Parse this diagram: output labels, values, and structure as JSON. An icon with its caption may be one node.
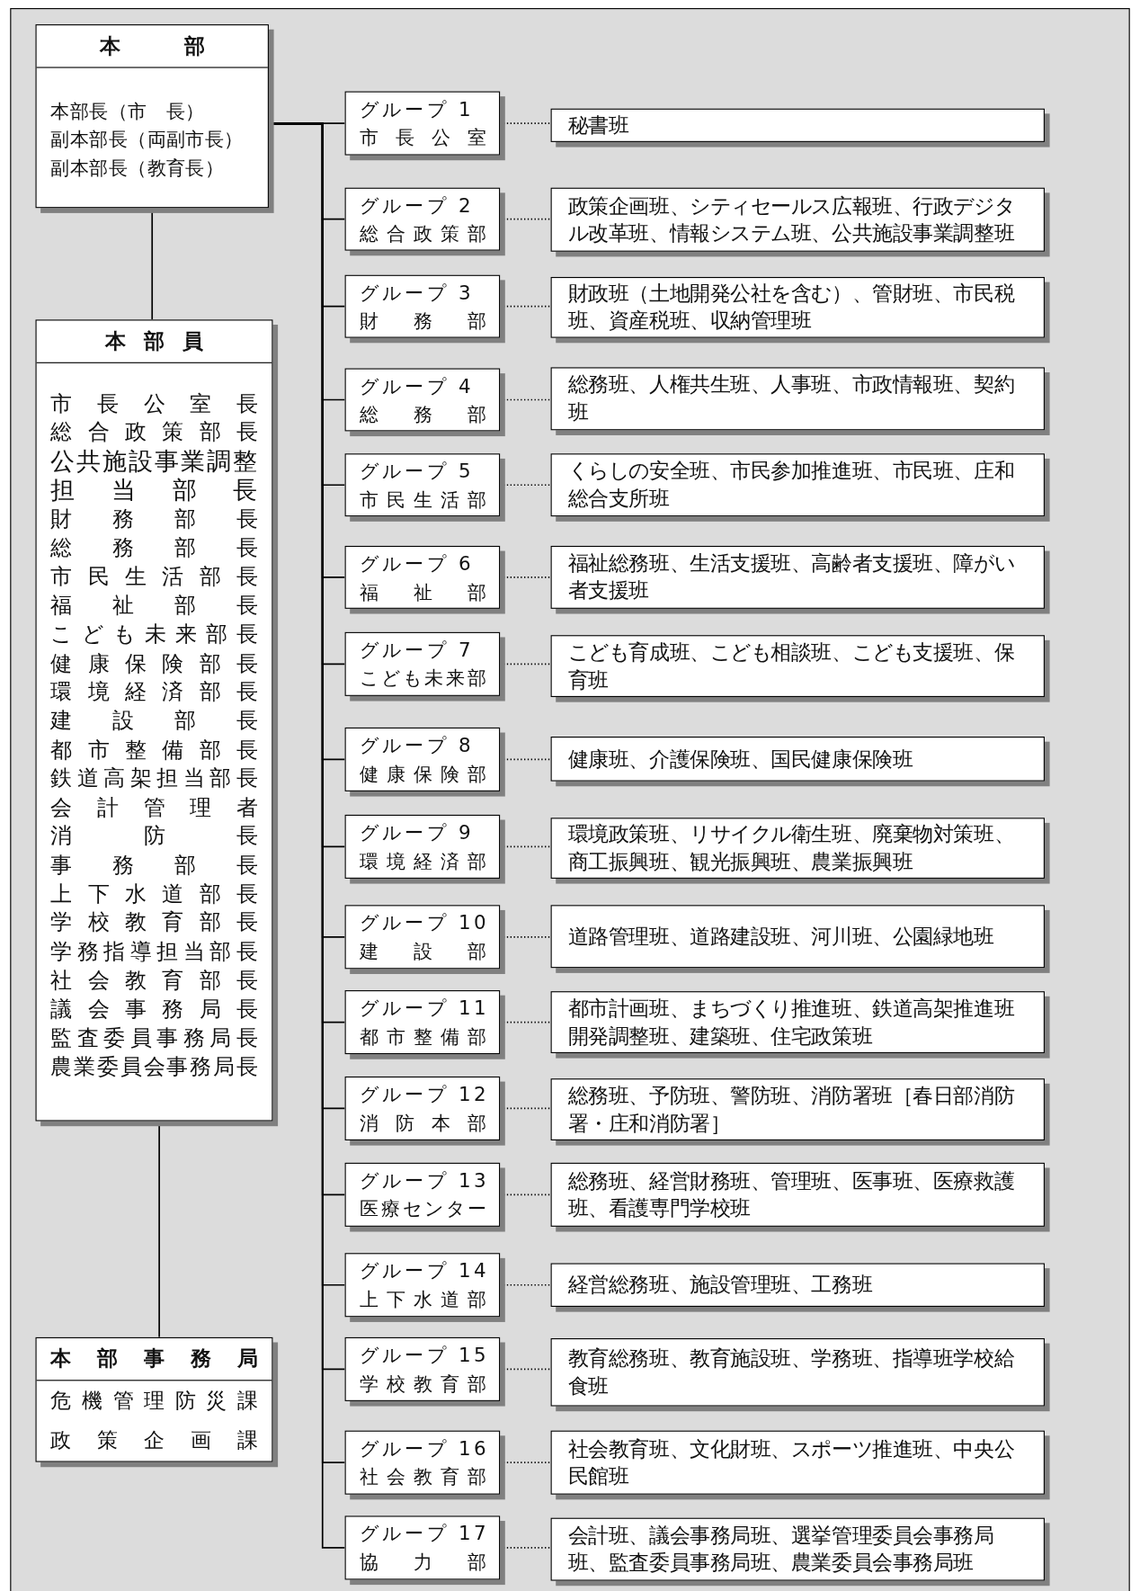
{
  "diagram": {
    "nodes": [
      {
        "text": [
          "本部",
          "本部長（市　長）",
          "副本部長（両副市長）",
          "副本部長（教育長）"
        ]
      },
      {
        "text": [
          "本部員",
          "市長公室長",
          "総合政策部長",
          "公共施設事業調整担当部長",
          "財務部長",
          "総務部長",
          "市民生活部長",
          "福祉部長",
          "こども未来部長",
          "健康保険部長",
          "環境経済部長",
          "建設部長",
          "都市整備部長",
          "鉄道高架担当部長",
          "会計管理者",
          "消防長",
          "事務部長",
          "上下水道部長",
          "学校教育部長",
          "学務指導担当部長",
          "社会教育部長",
          "議会事務局長",
          "監査委員事務局長",
          "農業委員会事務局長"
        ]
      },
      {
        "text": [
          "本部事務局",
          "危機管理防災課",
          "政策企画課"
        ]
      },
      {
        "text": [
          "グループ 1",
          "市長公室"
        ]
      },
      {
        "text": [
          "秘書班"
        ]
      },
      {
        "text": [
          "グループ 2",
          "総合政策部"
        ]
      },
      {
        "text": [
          "政策企画班、シティセールス広報班、行政デジタル改革班、情報システム班、公共施設事業調整班"
        ]
      },
      {
        "text": [
          "グループ 3",
          "財務部"
        ]
      },
      {
        "text": [
          "財政班（土地開発公社を含む）、管財班、市民税班、資産税班、収納管理班"
        ]
      },
      {
        "text": [
          "グループ 4",
          "総務部"
        ]
      },
      {
        "text": [
          "総務班、人権共生班、人事班、市政情報班、契約班"
        ]
      },
      {
        "text": [
          "グループ 5",
          "市民生活部"
        ]
      },
      {
        "text": [
          "くらしの安全班、市民参加推進班、市民班、庄和総合支所班"
        ]
      },
      {
        "text": [
          "グループ 6",
          "福祉部"
        ]
      },
      {
        "text": [
          "福祉総務班、生活支援班、高齢者支援班、障がい者支援班"
        ]
      },
      {
        "text": [
          "グループ 7",
          "こども未来部"
        ]
      },
      {
        "text": [
          "こども育成班、こども相談班、こども支援班、保育班"
        ]
      },
      {
        "text": [
          "グループ 8",
          "健康保険部"
        ]
      },
      {
        "text": [
          "健康班、介護保険班、国民健康保険班"
        ]
      },
      {
        "text": [
          "グループ 9",
          "環境経済部"
        ]
      },
      {
        "text": [
          "環境政策班、リサイクル衛生班、廃棄物対策班、商工振興班、観光振興班、農業振興班"
        ]
      },
      {
        "text": [
          "グループ 10",
          "建設部"
        ]
      },
      {
        "text": [
          "道路管理班、道路建設班、河川班、公園緑地班"
        ]
      },
      {
        "text": [
          "グループ 11",
          "都市整備部"
        ]
      },
      {
        "text": [
          "都市計画班、まちづくり推進班、鉄道高架推進班開発調整班、建築班、住宅政策班"
        ]
      },
      {
        "text": [
          "グループ 12",
          "消防本部"
        ]
      },
      {
        "text": [
          "総務班、予防班、警防班、消防署班［春日部消防署・庄和消防署］"
        ]
      },
      {
        "text": [
          "グループ 13",
          "医療センター"
        ]
      },
      {
        "text": [
          "総務班、経営財務班、管理班、医事班、医療救護班、看護専門学校班"
        ]
      },
      {
        "text": [
          "グループ 14",
          "上下水道部"
        ]
      },
      {
        "text": [
          "経営総務班、施設管理班、工務班"
        ]
      },
      {
        "text": [
          "グループ 15",
          "学校教育部"
        ]
      },
      {
        "text": [
          "教育総務班、教育施設班、学務班、指導班学校給食班"
        ]
      },
      {
        "text": [
          "グループ 16",
          "社会教育部"
        ]
      },
      {
        "text": [
          "社会教育班、文化財班、スポーツ推進班、中央公民館班"
        ]
      },
      {
        "text": [
          "グループ 17",
          "協力部"
        ]
      },
      {
        "text": [
          "会計班、議会事務局班、選挙管理委員会事務局班、監査委員事務局班、農業委員会事務局班"
        ]
      }
    ],
    "edges": [
      {
        "from": 0,
        "to": 1,
        "arrow": "none"
      },
      {
        "from": 1,
        "to": 2,
        "arrow": "none"
      },
      {
        "from": 0,
        "to": 3,
        "arrow": "none"
      },
      {
        "from": 3,
        "to": 4,
        "arrow": "none",
        "style": "dashed"
      },
      {
        "from": 0,
        "to": 5,
        "arrow": "none"
      },
      {
        "from": 5,
        "to": 6,
        "arrow": "none",
        "style": "dashed"
      },
      {
        "from": 0,
        "to": 7,
        "arrow": "none"
      },
      {
        "from": 7,
        "to": 8,
        "arrow": "none",
        "style": "dashed"
      },
      {
        "from": 0,
        "to": 9,
        "arrow": "none"
      },
      {
        "from": 9,
        "to": 10,
        "arrow": "none",
        "style": "dashed"
      },
      {
        "from": 0,
        "to": 11,
        "arrow": "none"
      },
      {
        "from": 11,
        "to": 12,
        "arrow": "none",
        "style": "dashed"
      },
      {
        "from": 0,
        "to": 13,
        "arrow": "none"
      },
      {
        "from": 13,
        "to": 14,
        "arrow": "none",
        "style": "dashed"
      },
      {
        "from": 0,
        "to": 15,
        "arrow": "none"
      },
      {
        "from": 15,
        "to": 16,
        "arrow": "none",
        "style": "dashed"
      },
      {
        "from": 0,
        "to": 17,
        "arrow": "none"
      },
      {
        "from": 17,
        "to": 18,
        "arrow": "none",
        "style": "dashed"
      },
      {
        "from": 0,
        "to": 19,
        "arrow": "none"
      },
      {
        "from": 19,
        "to": 20,
        "arrow": "none",
        "style": "dashed"
      },
      {
        "from": 0,
        "to": 21,
        "arrow": "none"
      },
      {
        "from": 21,
        "to": 22,
        "arrow": "none",
        "style": "dashed"
      },
      {
        "from": 0,
        "to": 23,
        "arrow": "none"
      },
      {
        "from": 23,
        "to": 24,
        "arrow": "none",
        "style": "dashed"
      },
      {
        "from": 0,
        "to": 25,
        "arrow": "none"
      },
      {
        "from": 25,
        "to": 26,
        "arrow": "none",
        "style": "dashed"
      },
      {
        "from": 0,
        "to": 27,
        "arrow": "none"
      },
      {
        "from": 27,
        "to": 28,
        "arrow": "none",
        "style": "dashed"
      },
      {
        "from": 0,
        "to": 29,
        "arrow": "none"
      },
      {
        "from": 29,
        "to": 30,
        "arrow": "none",
        "style": "dashed"
      },
      {
        "from": 0,
        "to": 31,
        "arrow": "none"
      },
      {
        "from": 31,
        "to": 32,
        "arrow": "none",
        "style": "dashed"
      },
      {
        "from": 0,
        "to": 33,
        "arrow": "none"
      },
      {
        "from": 33,
        "to": 34,
        "arrow": "none",
        "style": "dashed"
      },
      {
        "from": 0,
        "to": 35,
        "arrow": "none"
      },
      {
        "from": 35,
        "to": 36,
        "arrow": "none",
        "style": "dashed"
      }
    ]
  }
}
